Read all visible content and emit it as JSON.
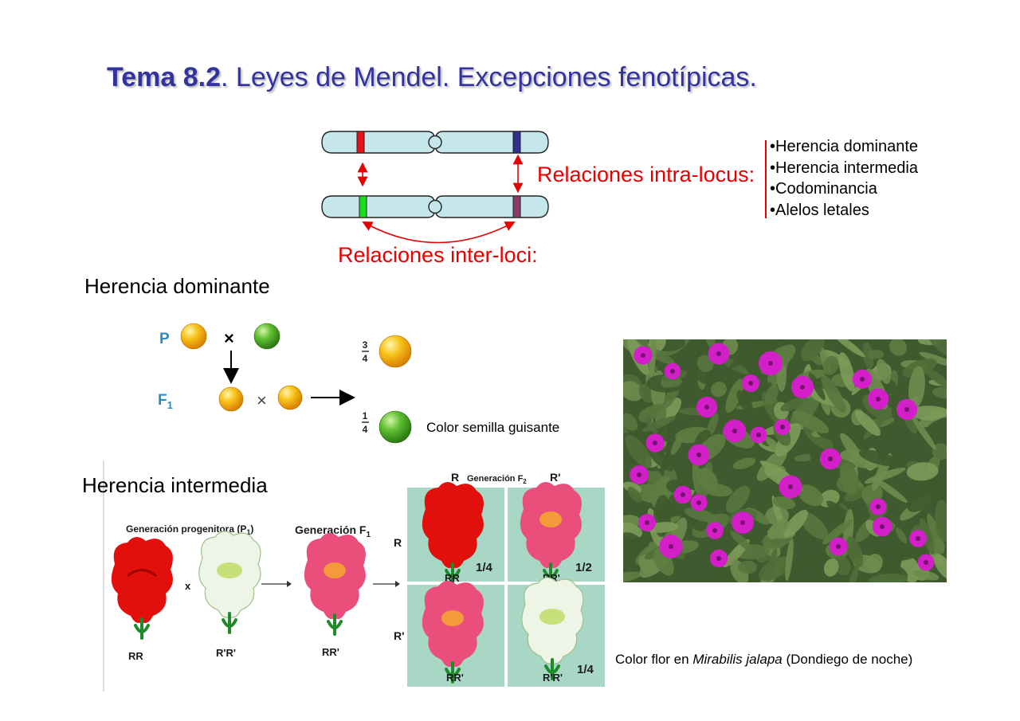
{
  "title": {
    "bold": "Tema 8.2",
    "rest": ". Leyes de Mendel. Excepciones fenotípicas."
  },
  "labels": {
    "intra_locus": "Relaciones intra-locus:",
    "inter_loci": "Relaciones inter-loci:"
  },
  "intra_list": [
    "•Herencia dominante",
    "•Herencia intermedia",
    "•Codominancia",
    "•Alelos letales"
  ],
  "headings": {
    "dominant": "Herencia dominante",
    "intermediate": "Herencia intermedia"
  },
  "seed_diagram": {
    "p_label": "P",
    "f1_label": "F",
    "f1_sub": "1",
    "cross_symbol": "×",
    "frac_three_num": "3",
    "frac_three_den": "4",
    "frac_one_num": "1",
    "frac_one_den": "4",
    "caption": "Color semilla guisante",
    "colors": {
      "yellow": "#f4b400",
      "green": "#4caf2a"
    }
  },
  "snapdragon": {
    "progenitor_heading": "Generación progenitora (P",
    "progenitor_sub": "1",
    "progenitor_close": ")",
    "f1_heading": "Generación F",
    "f1_sub": "1",
    "f2_heading": "Generación F",
    "f2_sub": "2",
    "top_r": "R",
    "top_r_prime": "R'",
    "side_r": "R",
    "side_r_prime": "R'",
    "cross": "x",
    "genotypes": {
      "p_red": "RR",
      "p_white": "R'R'",
      "f1": "RR'",
      "f2_tl": "RR",
      "f2_tr": "RR'",
      "f2_bl": "RR'",
      "f2_br": "R'R'"
    },
    "fractions": {
      "tl": "1/4",
      "tr": "1/2",
      "br": "1/4"
    }
  },
  "flower_caption": {
    "prefix": "Color flor en ",
    "species": "Mirabilis jalapa",
    "suffix": " (Dondiego de noche)"
  },
  "colors": {
    "title": "#3333a0",
    "red_labels": "#e60000",
    "chromosome_fill": "#c5e6ea",
    "band_red": "#e8101a",
    "band_blue": "#2f2f8f",
    "band_green": "#18e018",
    "band_purple": "#8b3a6e",
    "photo_flower": "#d21fc8"
  }
}
